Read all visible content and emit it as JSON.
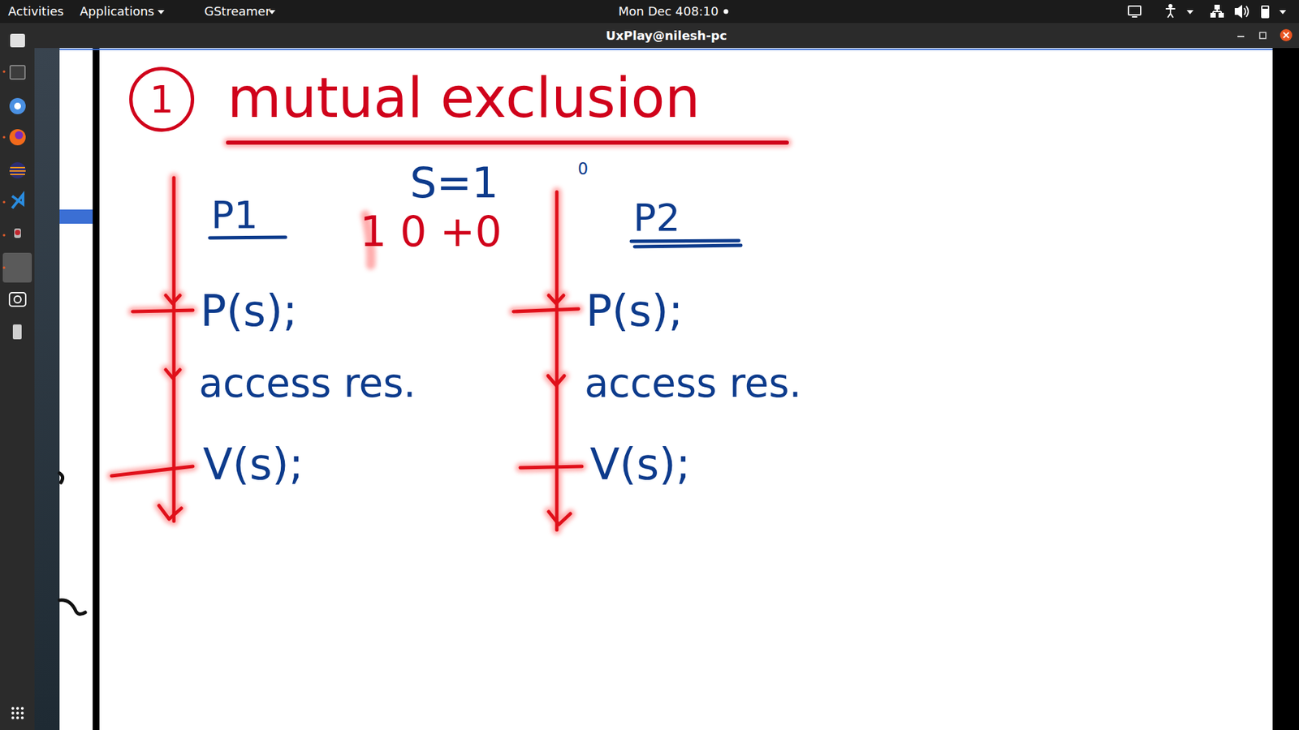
{
  "diagram": {
    "title": "mutual exclusion",
    "nodes": [
      {
        "text": [
          "1"
        ]
      }
    ],
    "labels": [
      "Activities",
      "Applications",
      "GStreamer",
      "Mon Dec 4",
      "08:10",
      "UxPlay@nilesh-pc",
      "S=1",
      "0",
      "1 0 +0",
      "P1",
      "P2",
      "P(s);",
      "access res.",
      "V(s);",
      "P(s);",
      "access res.",
      "V(s);"
    ]
  }
}
